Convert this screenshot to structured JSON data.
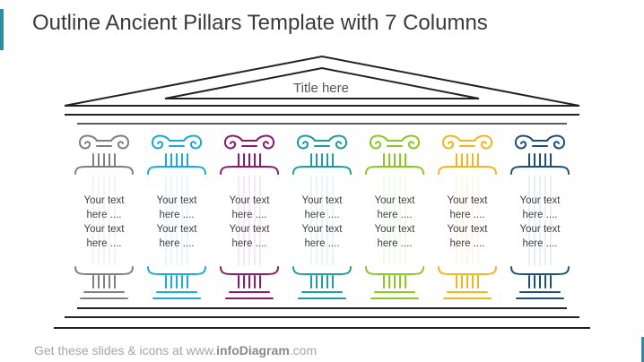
{
  "slide": {
    "title": "Outline Ancient Pillars Template with 7 Columns",
    "temple_title": "Title here"
  },
  "columns": [
    {
      "color": "#7f7f7f",
      "text1": "Your text",
      "text2": "here ....",
      "text3": "Your text",
      "text4": "here ...."
    },
    {
      "color": "#1ca8d8",
      "text1": "Your text",
      "text2": "here ....",
      "text3": "Your text",
      "text4": "here ...."
    },
    {
      "color": "#8b1a6e",
      "text1": "Your text",
      "text2": "here ....",
      "text3": "Your text",
      "text4": "here ...."
    },
    {
      "color": "#1e9ca0",
      "text1": "Your text",
      "text2": "here ....",
      "text3": "Your text",
      "text4": "here ...."
    },
    {
      "color": "#8bc820",
      "text1": "Your text",
      "text2": "here ....",
      "text3": "Your text",
      "text4": "here ...."
    },
    {
      "color": "#f2b51e",
      "text1": "Your text",
      "text2": "here ....",
      "text3": "Your text",
      "text4": "here ...."
    },
    {
      "color": "#1e4f7a",
      "text1": "Your text",
      "text2": "here ....",
      "text3": "Your text",
      "text4": "here ...."
    }
  ],
  "footer": {
    "prefix": "Get these slides & icons at www.",
    "brand": "infoDiagram",
    "suffix": ".com"
  }
}
